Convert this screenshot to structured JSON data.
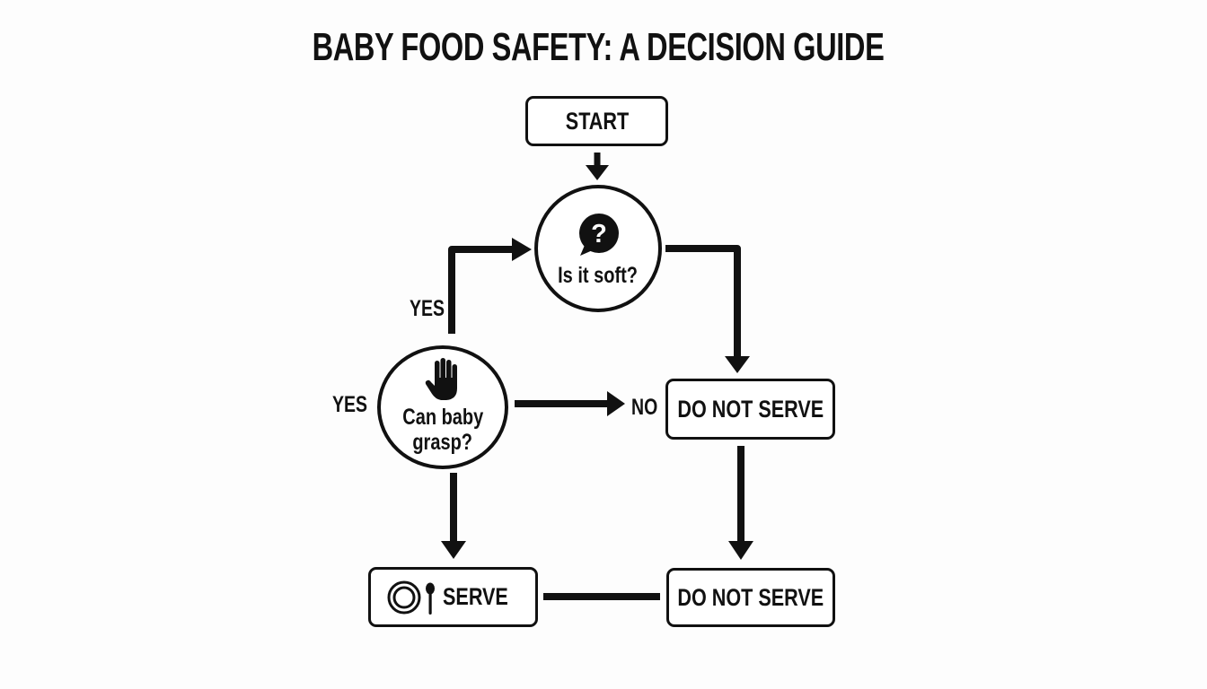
{
  "title": "BABY FOOD SAFETY: A DECISION GUIDE",
  "nodes": {
    "start": {
      "label": "START",
      "shape": "rounded-rect"
    },
    "is_soft": {
      "label": "Is it soft?",
      "shape": "circle",
      "icon": "question-speech-bubble-icon"
    },
    "can_grasp": {
      "label_line1": "Can baby",
      "label_line2": "grasp?",
      "shape": "circle",
      "icon": "hand-icon"
    },
    "do_not_serve_top": {
      "label": "DO NOT SERVE",
      "shape": "rounded-rect"
    },
    "serve": {
      "label": "SERVE",
      "shape": "rounded-rect",
      "icon": "plate-spoon-icon"
    },
    "do_not_serve_bottom": {
      "label": "DO NOT SERVE",
      "shape": "rounded-rect"
    }
  },
  "edge_labels": {
    "yes_up": "YES",
    "yes_left": "YES",
    "no_right": "NO"
  },
  "edges": [
    {
      "from": "start",
      "to": "is_soft",
      "label": ""
    },
    {
      "from": "can_grasp",
      "to": "is_soft",
      "label": "YES"
    },
    {
      "from": "is_soft",
      "to": "do_not_serve_top",
      "label": ""
    },
    {
      "from": "can_grasp",
      "to": "do_not_serve_top",
      "label": "NO"
    },
    {
      "from": "can_grasp",
      "to": "serve",
      "label": ""
    },
    {
      "from": "do_not_serve_top",
      "to": "do_not_serve_bottom",
      "label": ""
    },
    {
      "from": "serve",
      "to": "do_not_serve_bottom",
      "label": "",
      "arrow": false
    }
  ],
  "colors": {
    "stroke": "#111111",
    "background": "#fdfdfd"
  }
}
